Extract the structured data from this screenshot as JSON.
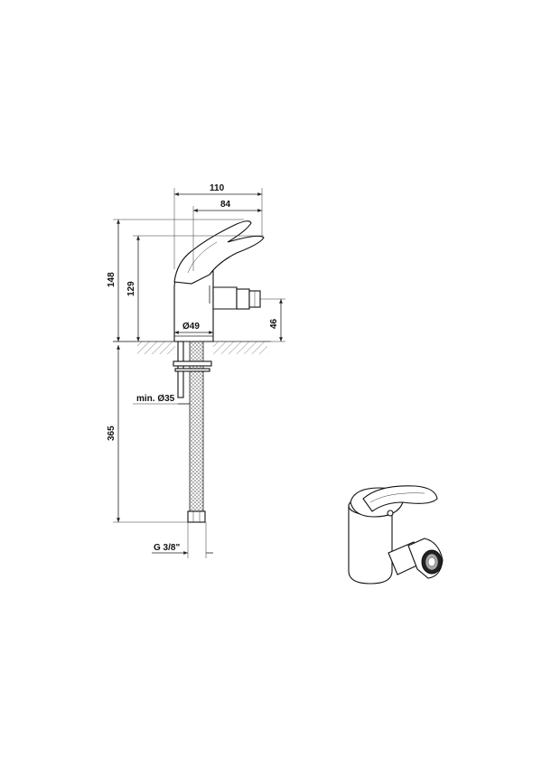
{
  "drawing": {
    "dimensions": {
      "overall_width": "110",
      "spout_width": "84",
      "total_height": "148",
      "lever_height": "129",
      "nozzle_height": "46",
      "base_diameter": "Ø49",
      "hole_diameter": "min. Ø35",
      "hose_length": "365",
      "connection_thread": "G 3/8\""
    }
  }
}
